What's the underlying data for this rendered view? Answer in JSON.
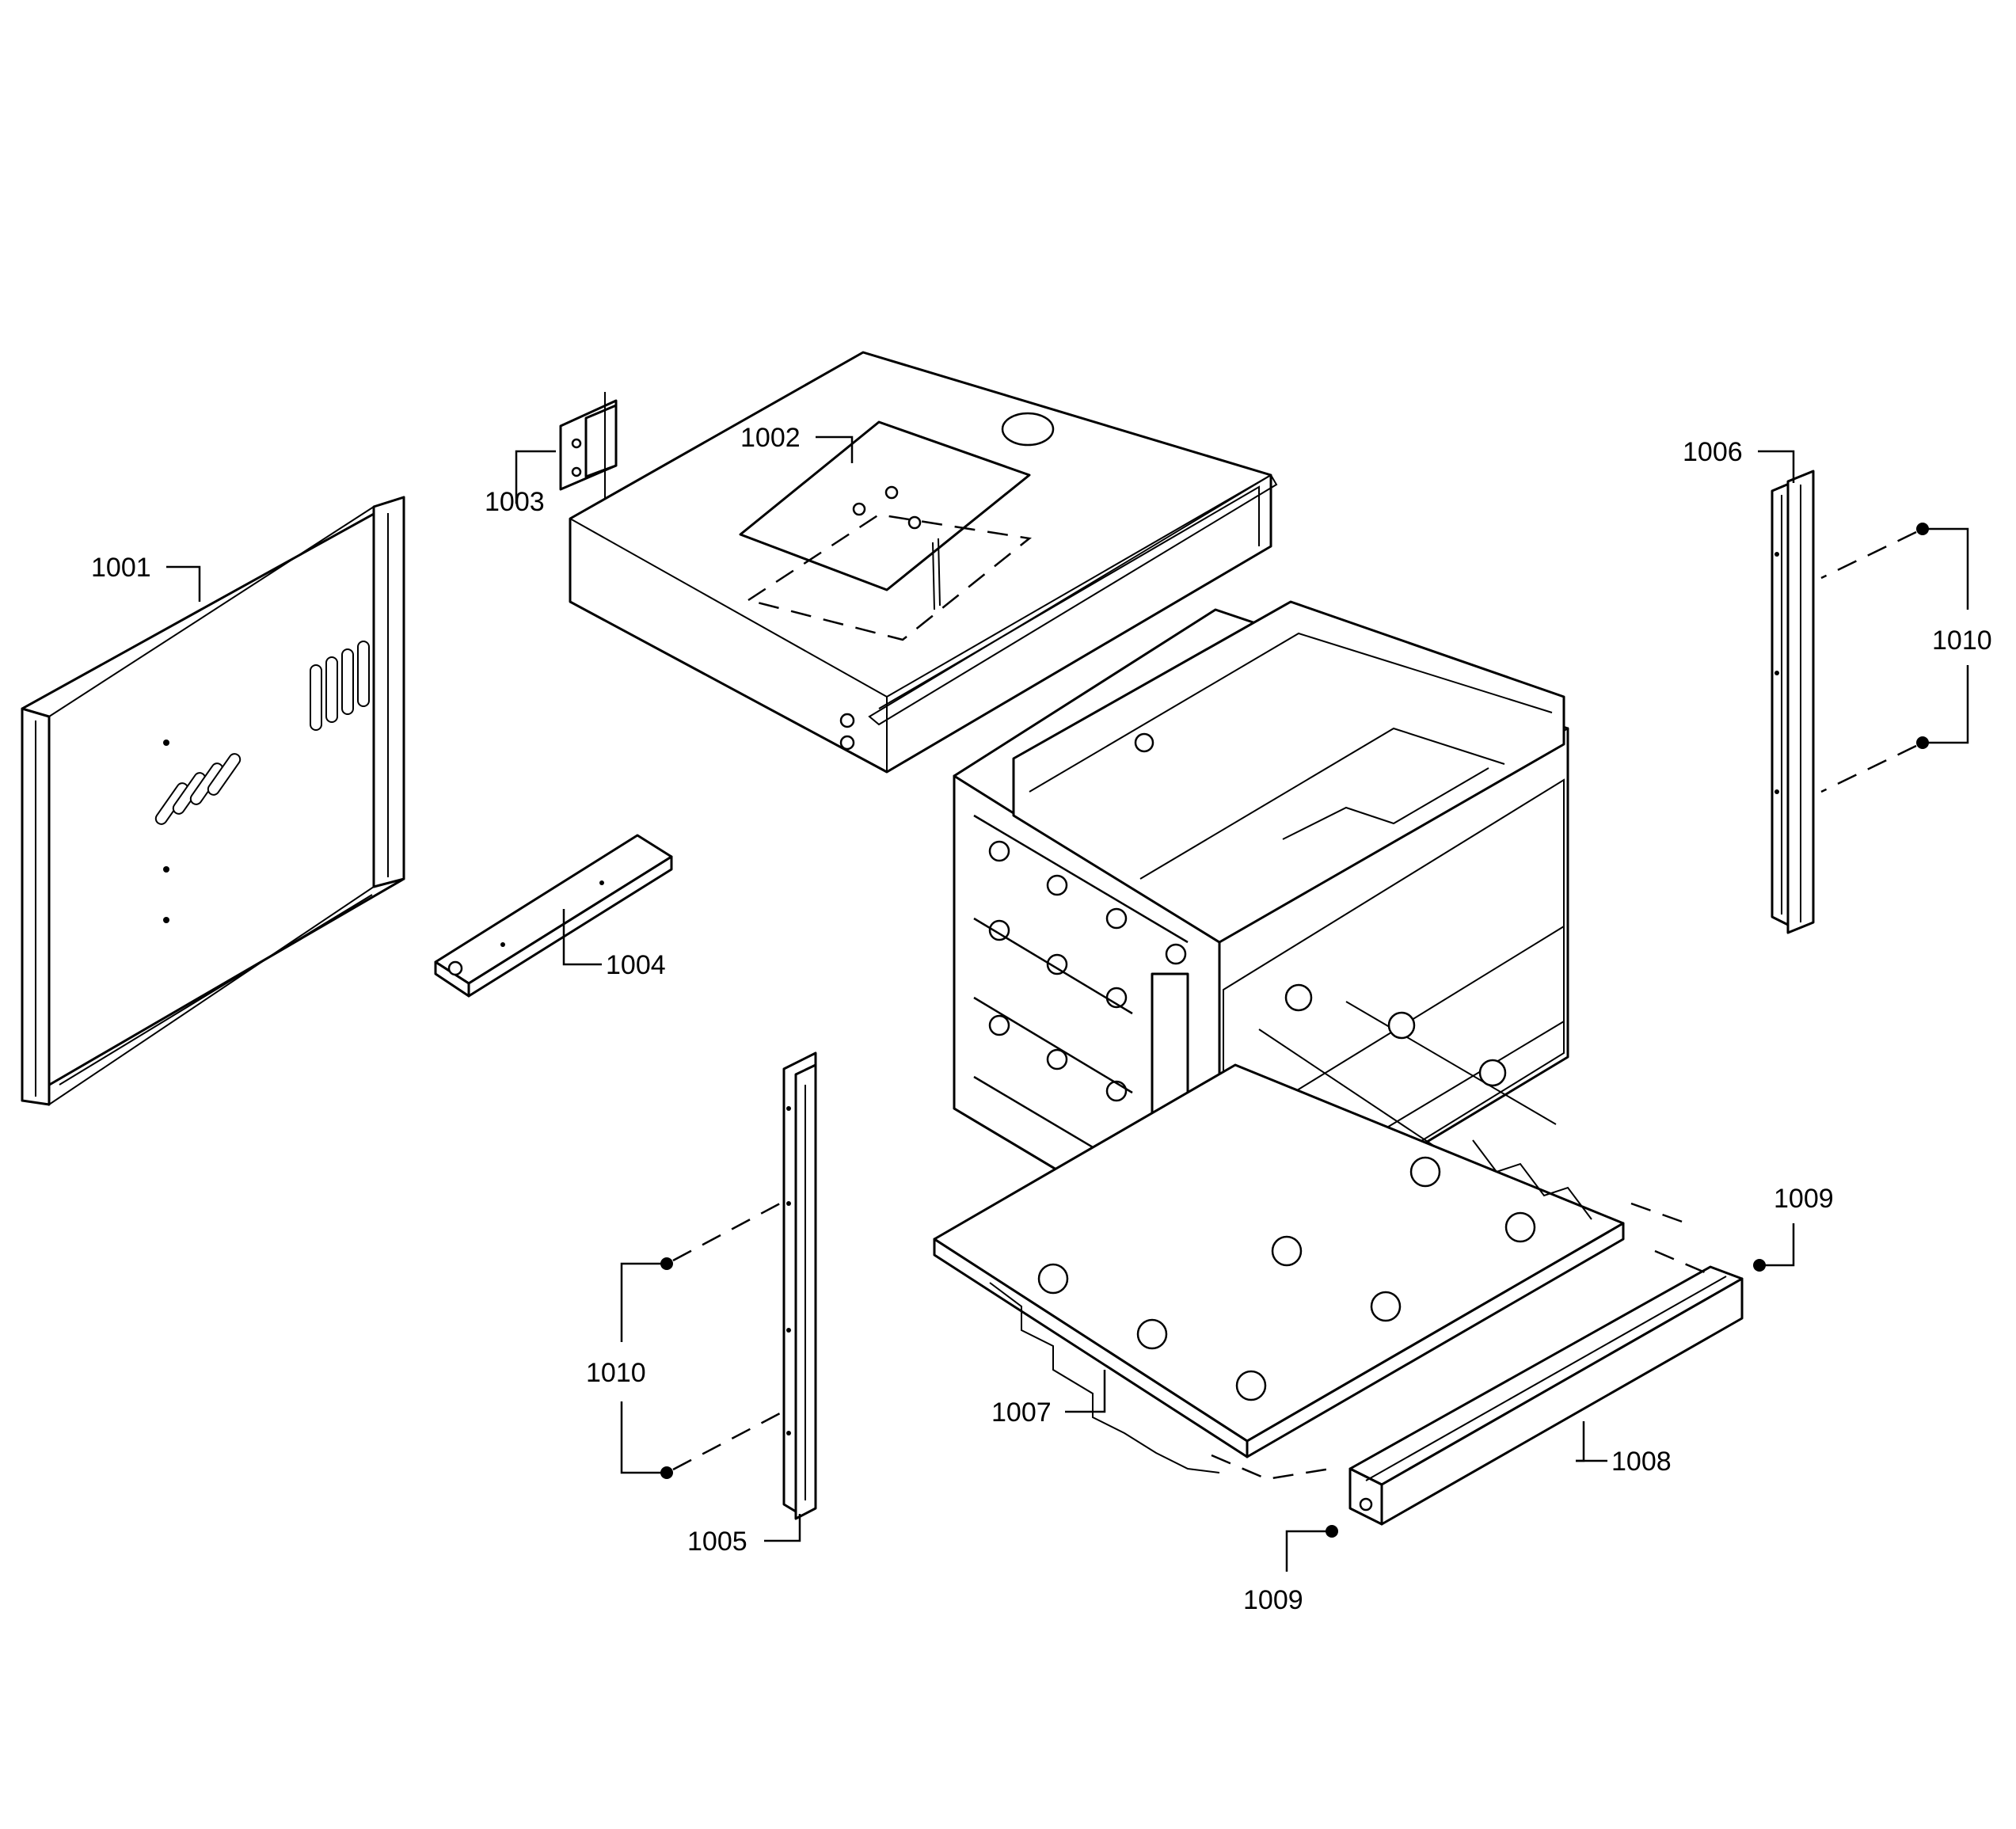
{
  "labels": {
    "p1001": "1001",
    "p1002": "1002",
    "p1003": "1003",
    "p1004": "1004",
    "p1005": "1005",
    "p1006": "1006",
    "p1007": "1007",
    "p1008": "1008",
    "p1009_top": "1009",
    "p1009_bottom": "1009",
    "p1010_right": "1010",
    "p1010_left": "1010"
  }
}
